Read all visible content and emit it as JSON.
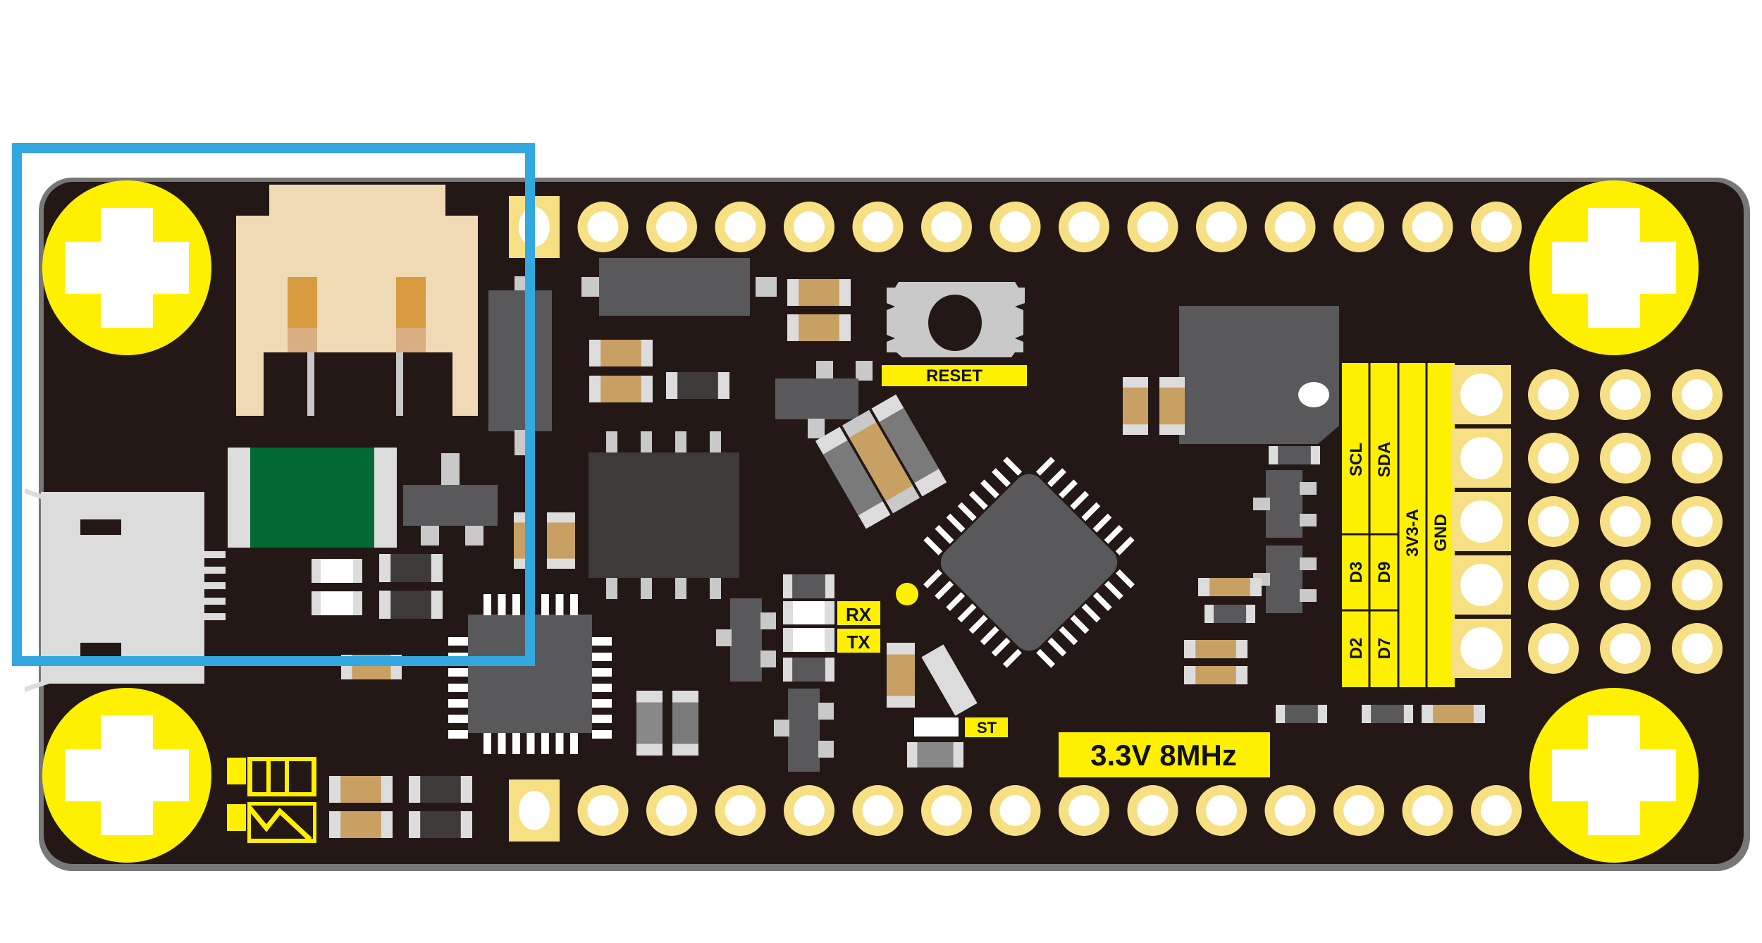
{
  "board": {
    "name": "3.3V 8MHz microcontroller board",
    "colors": {
      "pcb": "#231816",
      "edge": "#777777",
      "silkscreen_yellow": "#FFF000",
      "pad_gold": "#F7E083",
      "hole": "#FFFFFF",
      "chip": "#59585A",
      "chip_dark": "#3E3A39",
      "pad_silver": "#C9C9C9",
      "cap_tan": "#C8A063",
      "connector_body": "#F0DAB5",
      "connector_pin": "#D99B40",
      "inductor_green": "#006934",
      "usb_silver": "#DCDCDC",
      "highlight_box": "#33A8E0"
    }
  },
  "labels": {
    "reset": "RESET",
    "rx": "RX",
    "tx": "TX",
    "st": "ST",
    "spec": "3.3V 8MHz"
  },
  "pin_labels": {
    "col1": {
      "top": "SCL",
      "mid": "D3",
      "bottom": "D2"
    },
    "col2": {
      "top": "SDA",
      "mid": "D9",
      "bottom": "D7"
    },
    "col3": "3V3-A",
    "col4": "GND"
  },
  "header": {
    "top_row_pins": 15,
    "bottom_row_pins": 15,
    "right_grid_rows": 5,
    "right_grid_cols": 4
  },
  "icons": {
    "battery_full": "battery-full-icon",
    "battery_charging": "battery-charging-icon"
  },
  "highlight": {
    "label": "highlighted-region",
    "target": "battery-connector-and-usb-area"
  }
}
